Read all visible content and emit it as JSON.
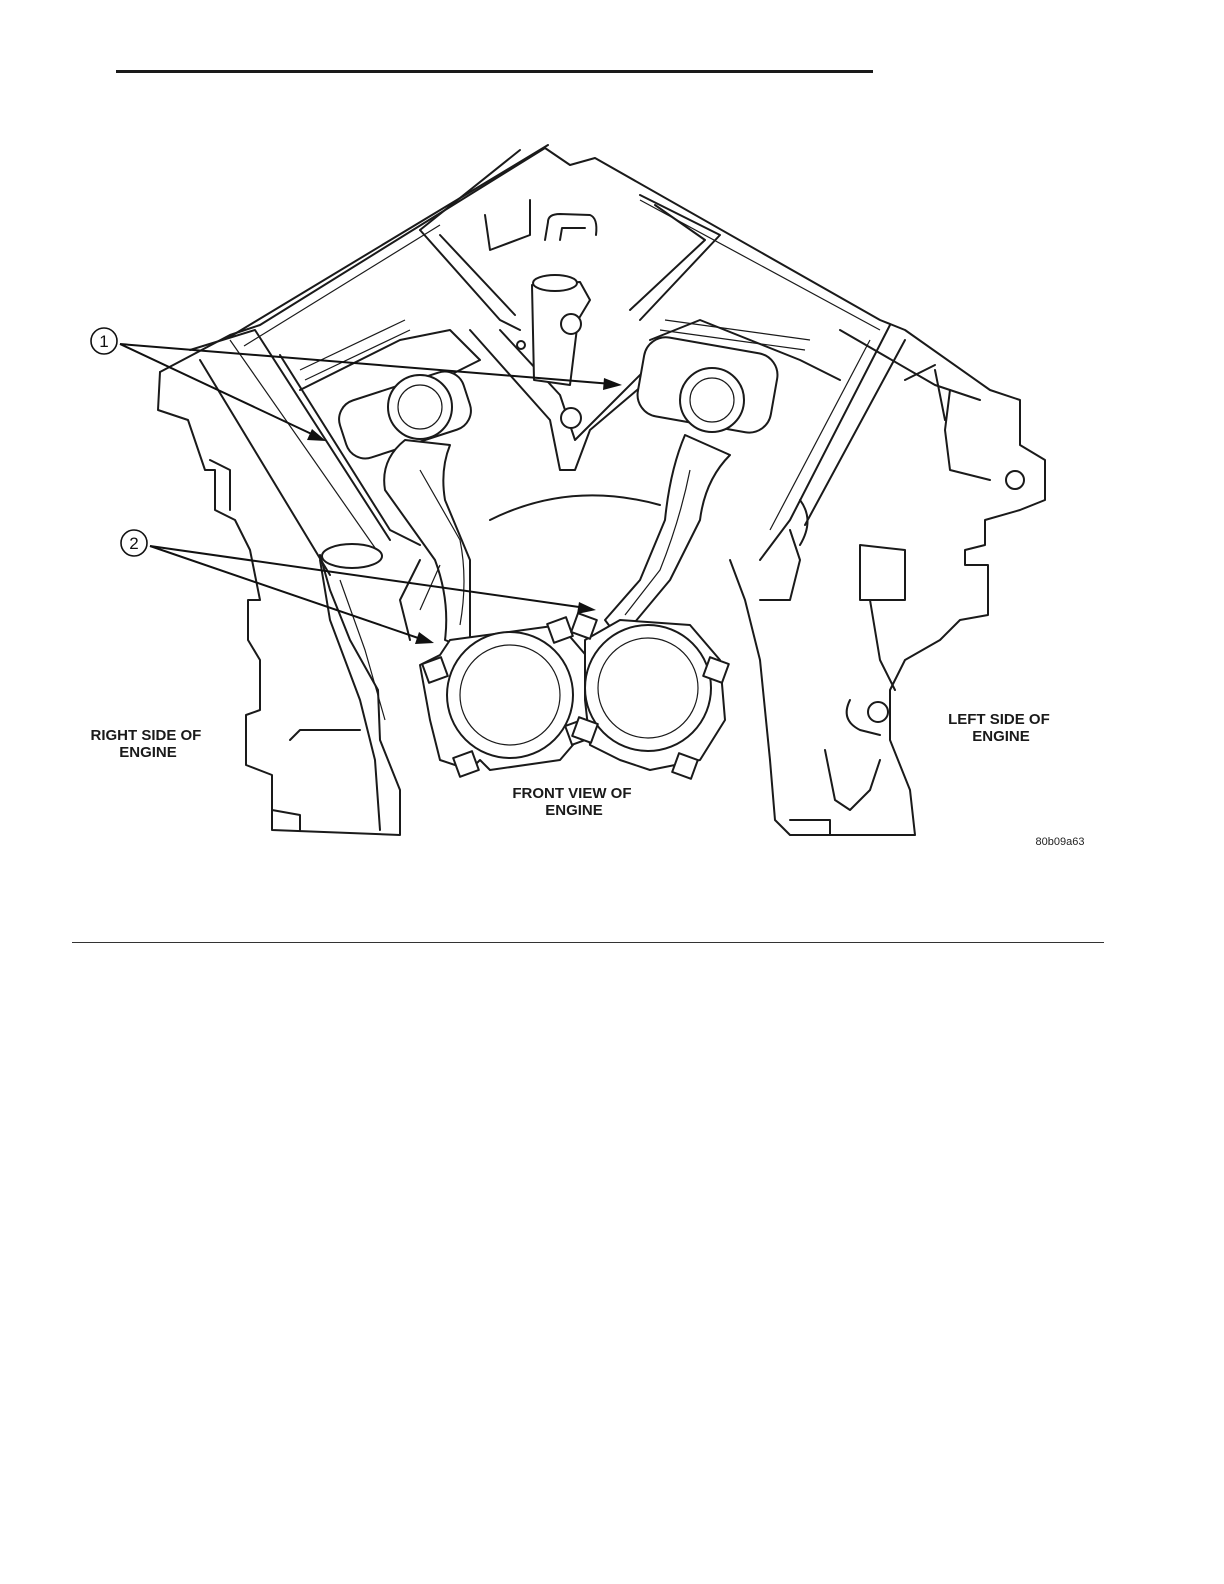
{
  "figure": {
    "callouts": [
      {
        "number": "1"
      },
      {
        "number": "2"
      }
    ],
    "labels": {
      "right_side": [
        "RIGHT SIDE OF",
        "ENGINE"
      ],
      "left_side": [
        "LEFT SIDE OF",
        "ENGINE"
      ],
      "front_view": [
        "FRONT VIEW OF",
        "ENGINE"
      ]
    },
    "figure_id": "80b09a63"
  }
}
